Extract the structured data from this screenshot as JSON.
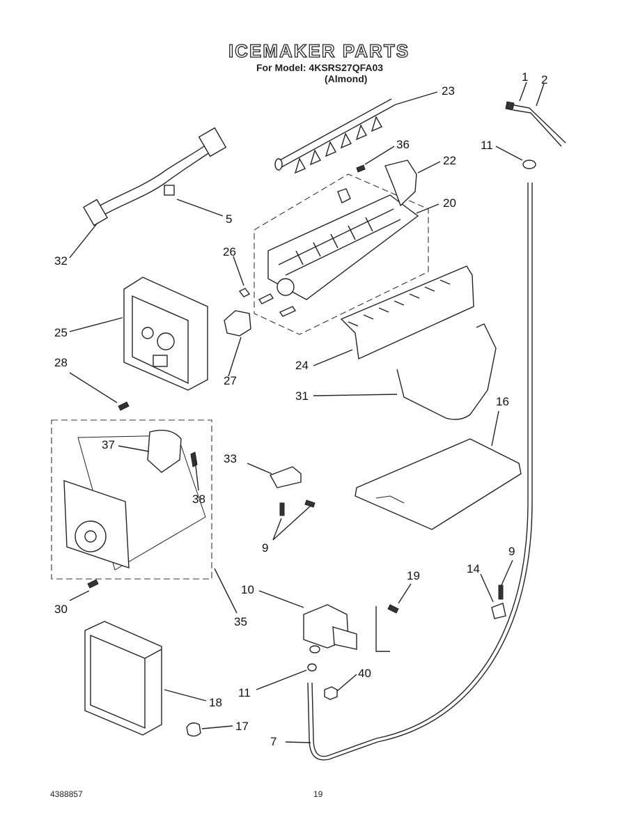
{
  "header": {
    "title": "ICEMAKER PARTS",
    "model_line": "For Model: 4KSRS27QFA03",
    "color_line": "(Almond)"
  },
  "callouts": [
    "1",
    "2",
    "23",
    "36",
    "22",
    "11",
    "20",
    "5",
    "32",
    "26",
    "25",
    "28",
    "27",
    "24",
    "31",
    "16",
    "37",
    "33",
    "38",
    "9",
    "9",
    "14",
    "30",
    "35",
    "10",
    "19",
    "11",
    "40",
    "18",
    "17",
    "7"
  ],
  "footer": {
    "doc_number": "4388857",
    "page_number": "19"
  }
}
